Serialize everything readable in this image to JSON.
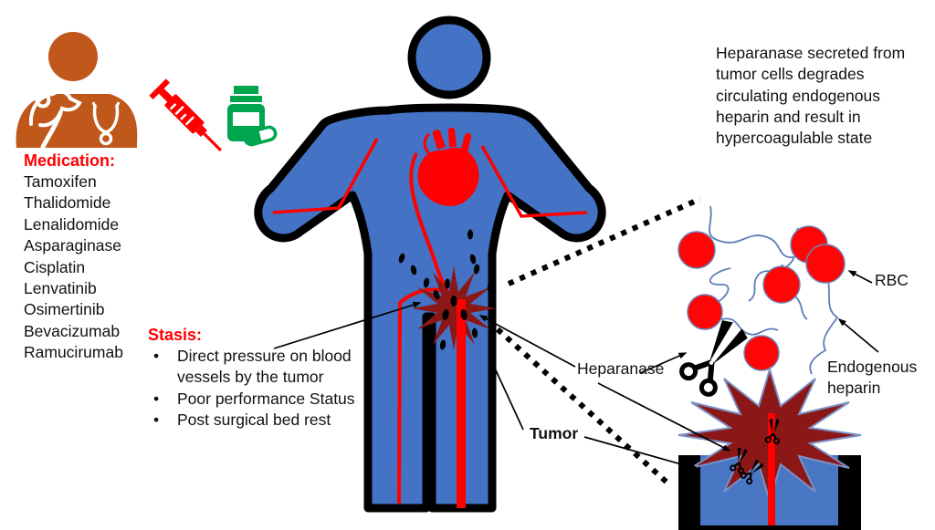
{
  "medication": {
    "title": "Medication:",
    "items": [
      "Tamoxifen",
      "Thalidomide",
      "Lenalidomide",
      "Asparaginase",
      "Cisplatin",
      "Lenvatinib",
      "Osimertinib",
      "Bevacizumab",
      "Ramucirumab"
    ]
  },
  "stasis": {
    "title": "Stasis:",
    "bullet_char": "•",
    "bullets": [
      "Direct pressure on blood vessels by the tumor",
      "Poor performance Status",
      "Post surgical bed rest"
    ]
  },
  "note": {
    "text": "Heparanase secreted from tumor cells degrades circulating endogenous heparin and result in hypercoagulable state"
  },
  "labels": {
    "heparanase": "Heparanase",
    "tumor": "Tumor",
    "rbc": "RBC",
    "endogenous_heparin": "Endogenous heparin"
  },
  "icons": [
    "doctor-icon",
    "syringe-icon",
    "pill-bottle-icon",
    "scissors-icon",
    "heart-icon"
  ],
  "palette": {
    "body_blue": "#4472C4",
    "vessel_red": "#FF0000",
    "tumor_dark_red": "#8B1717",
    "doctor_orange": "#C0571B",
    "pill_green": "#00A550",
    "heparin_blue": "#5F7CB8",
    "outline_black": "#000000",
    "title_red": "#FF0000"
  }
}
